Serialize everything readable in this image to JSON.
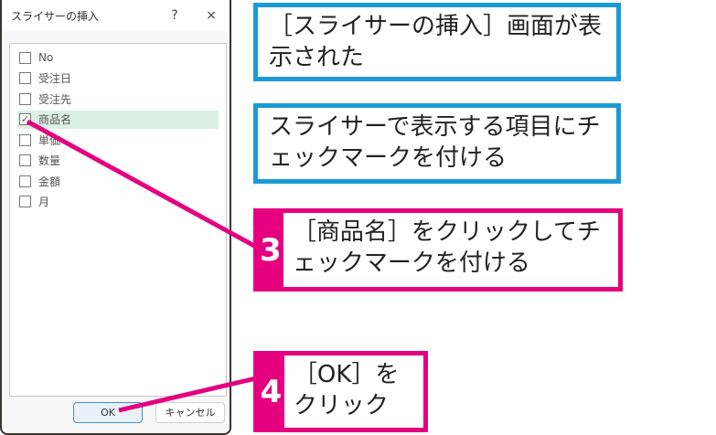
{
  "dialog": {
    "title": "スライサーの挿入",
    "help": "?",
    "close": "×",
    "items": [
      {
        "label": "No",
        "checked": false
      },
      {
        "label": "受注日",
        "checked": false
      },
      {
        "label": "受注先",
        "checked": false
      },
      {
        "label": "商品名",
        "checked": true
      },
      {
        "label": "単価",
        "checked": false
      },
      {
        "label": "数量",
        "checked": false
      },
      {
        "label": "金額",
        "checked": false
      },
      {
        "label": "月",
        "checked": false
      }
    ],
    "ok": "OK",
    "cancel": "キャンセル"
  },
  "callouts": {
    "c1": "［スライサーの挿入］画面が表示された",
    "c2": "スライサーで表示する項目にチェックマークを付ける",
    "step3": {
      "num": "3",
      "text": "［商品名］をクリックしてチェックマークを付ける"
    },
    "step4": {
      "num": "4",
      "text": "［OK］をクリック"
    }
  },
  "colors": {
    "accent_pink": "#e4007f",
    "accent_blue": "#1b9ad6"
  }
}
